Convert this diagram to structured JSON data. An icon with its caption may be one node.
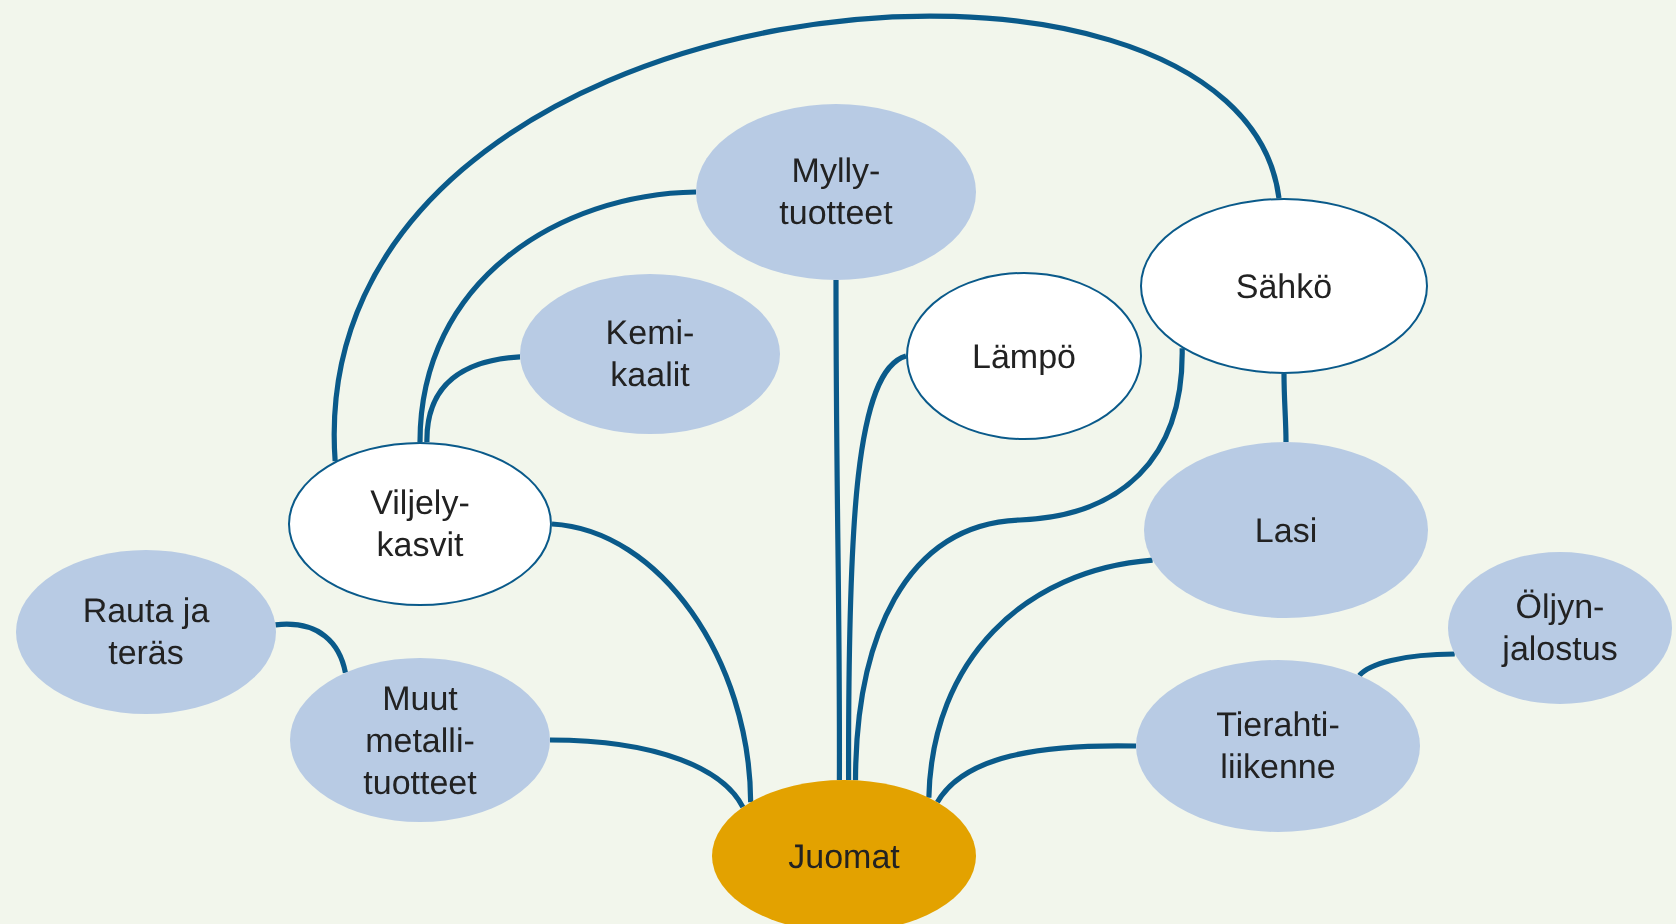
{
  "diagram": {
    "nodes": [
      {
        "text": [
          "Mylly-tuotteet"
        ]
      },
      {
        "text": [
          "Kemi-kaalit"
        ]
      },
      {
        "text": [
          "Sähkö"
        ]
      },
      {
        "text": [
          "Lämpö"
        ]
      },
      {
        "text": [
          "Viljely-kasvit"
        ]
      },
      {
        "text": [
          "Lasi"
        ]
      },
      {
        "text": [
          "Rauta ja teräs"
        ]
      },
      {
        "text": [
          "Öljyn-jalostus"
        ]
      },
      {
        "text": [
          "Muut metalli-tuotteet"
        ]
      },
      {
        "text": [
          "Tierahti-liikenne"
        ]
      },
      {
        "text": [
          "Juomat"
        ]
      }
    ],
    "edges": [
      {
        "from": 4,
        "to": 2,
        "arrow": "none"
      },
      {
        "from": 4,
        "to": 0,
        "arrow": "none"
      },
      {
        "from": 4,
        "to": 1,
        "arrow": "none"
      },
      {
        "from": 4,
        "to": 10,
        "arrow": "none"
      },
      {
        "from": 0,
        "to": 10,
        "arrow": "none"
      },
      {
        "from": 3,
        "to": 10,
        "arrow": "none"
      },
      {
        "from": 2,
        "to": 10,
        "arrow": "none"
      },
      {
        "from": 2,
        "to": 5,
        "arrow": "none"
      },
      {
        "from": 5,
        "to": 10,
        "arrow": "none"
      },
      {
        "from": 9,
        "to": 10,
        "arrow": "none"
      },
      {
        "from": 7,
        "to": 9,
        "arrow": "none"
      },
      {
        "from": 6,
        "to": 8,
        "arrow": "none"
      },
      {
        "from": 8,
        "to": 10,
        "arrow": "none"
      }
    ]
  }
}
